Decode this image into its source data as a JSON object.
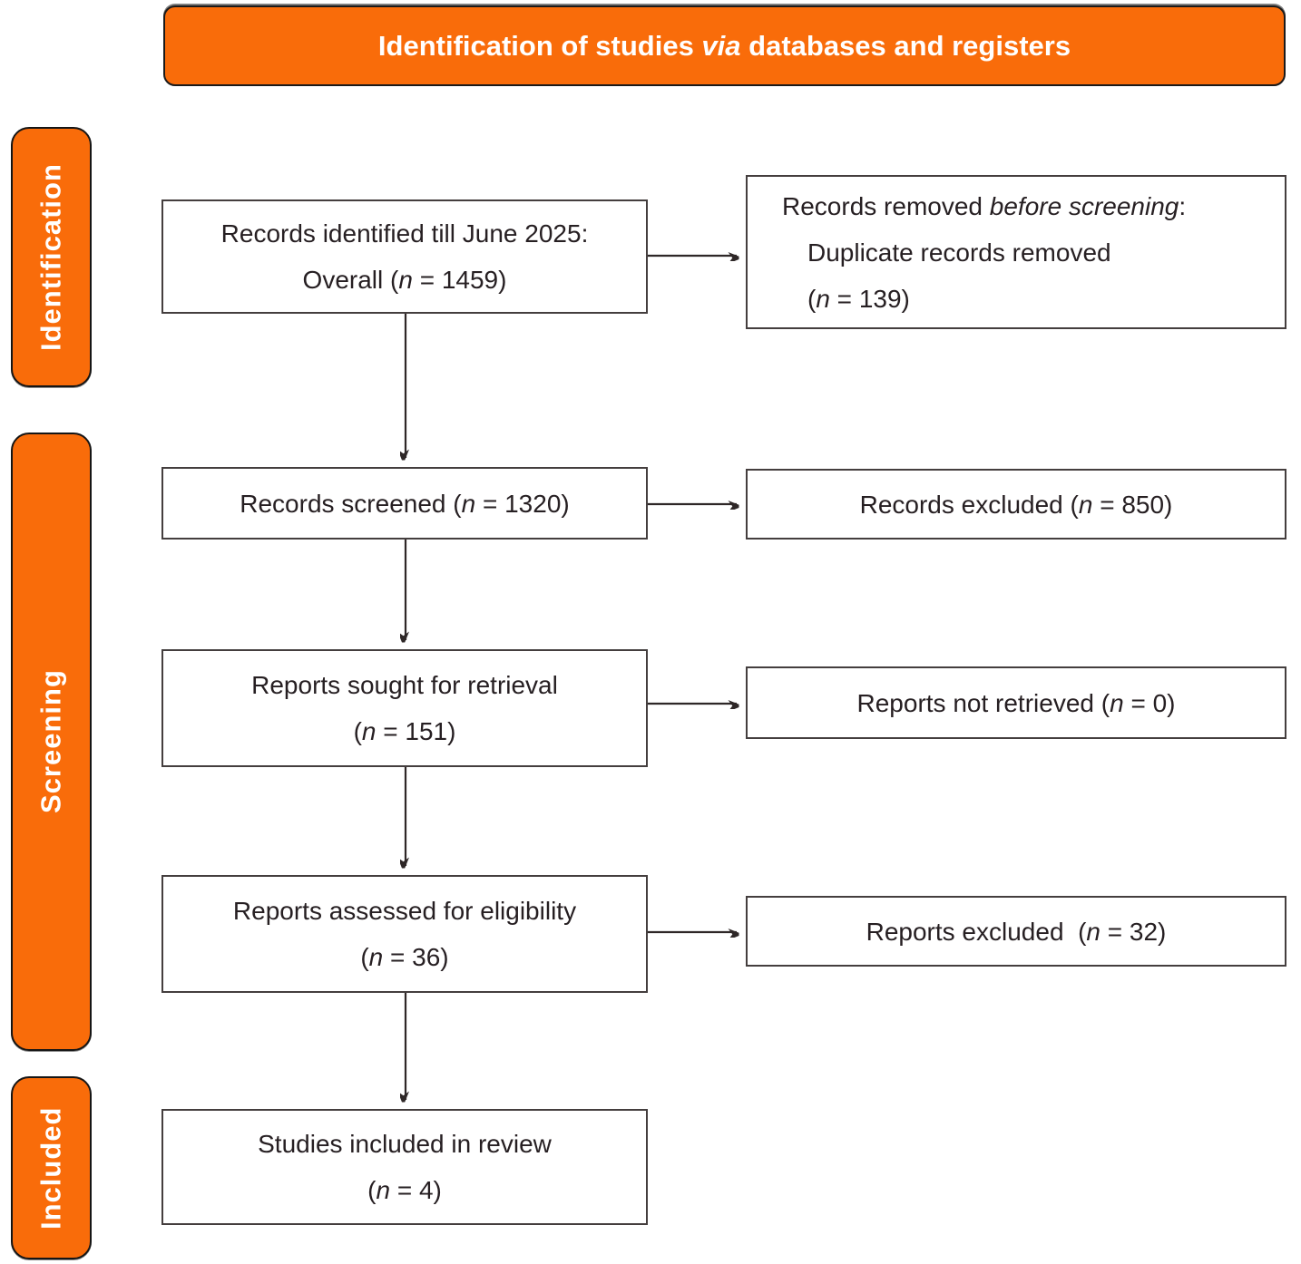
{
  "banner": {
    "lines": [
      [
        {
          "t": "Identification of studies "
        },
        {
          "t": "via",
          "i": true
        },
        {
          "t": " databases and registers"
        }
      ]
    ]
  },
  "sidebar": {
    "identification": "Identification",
    "screening": "Screening",
    "included": "Included"
  },
  "colors": {
    "accent_orange": "#F96C0A",
    "box_border": "#443e3e",
    "arrow": "#2e2727",
    "text": "#261f22",
    "banner_text": "#ffffff"
  },
  "boxes": {
    "records_identified": {
      "lines": [
        [
          {
            "t": "Records identified till June 2025:"
          }
        ],
        [
          {
            "t": "Overall ("
          },
          {
            "t": "n",
            "i": true
          },
          {
            "t": " = 1459)"
          }
        ]
      ]
    },
    "records_removed": {
      "lines": [
        [
          {
            "t": "Records removed "
          },
          {
            "t": "before screening",
            "i": true
          },
          {
            "t": ":"
          }
        ],
        [
          {
            "t": "Duplicate records removed"
          }
        ],
        [
          {
            "t": "("
          },
          {
            "t": "n",
            "i": true
          },
          {
            "t": " = 139)"
          }
        ]
      ]
    },
    "records_screened": {
      "lines": [
        [
          {
            "t": "Records screened ("
          },
          {
            "t": "n",
            "i": true
          },
          {
            "t": " = 1320)"
          }
        ]
      ]
    },
    "records_excluded": {
      "lines": [
        [
          {
            "t": "Records excluded ("
          },
          {
            "t": "n",
            "i": true
          },
          {
            "t": " = 850)"
          }
        ]
      ]
    },
    "reports_sought": {
      "lines": [
        [
          {
            "t": "Reports sought for retrieval"
          }
        ],
        [
          {
            "t": "("
          },
          {
            "t": "n",
            "i": true
          },
          {
            "t": " = 151)"
          }
        ]
      ]
    },
    "reports_not_retrieved": {
      "lines": [
        [
          {
            "t": "Reports not retrieved ("
          },
          {
            "t": "n",
            "i": true
          },
          {
            "t": " = 0)"
          }
        ]
      ]
    },
    "reports_assessed": {
      "lines": [
        [
          {
            "t": "Reports assessed for eligibility"
          }
        ],
        [
          {
            "t": "("
          },
          {
            "t": "n",
            "i": true
          },
          {
            "t": " = 36)"
          }
        ]
      ]
    },
    "reports_excluded": {
      "lines": [
        [
          {
            "t": "Reports excluded  ("
          },
          {
            "t": "n",
            "i": true
          },
          {
            "t": " = 32)"
          }
        ]
      ]
    },
    "studies_included": {
      "lines": [
        [
          {
            "t": "Studies included in review"
          }
        ],
        [
          {
            "t": "("
          },
          {
            "t": "n",
            "i": true
          },
          {
            "t": " = 4)"
          }
        ]
      ]
    }
  }
}
